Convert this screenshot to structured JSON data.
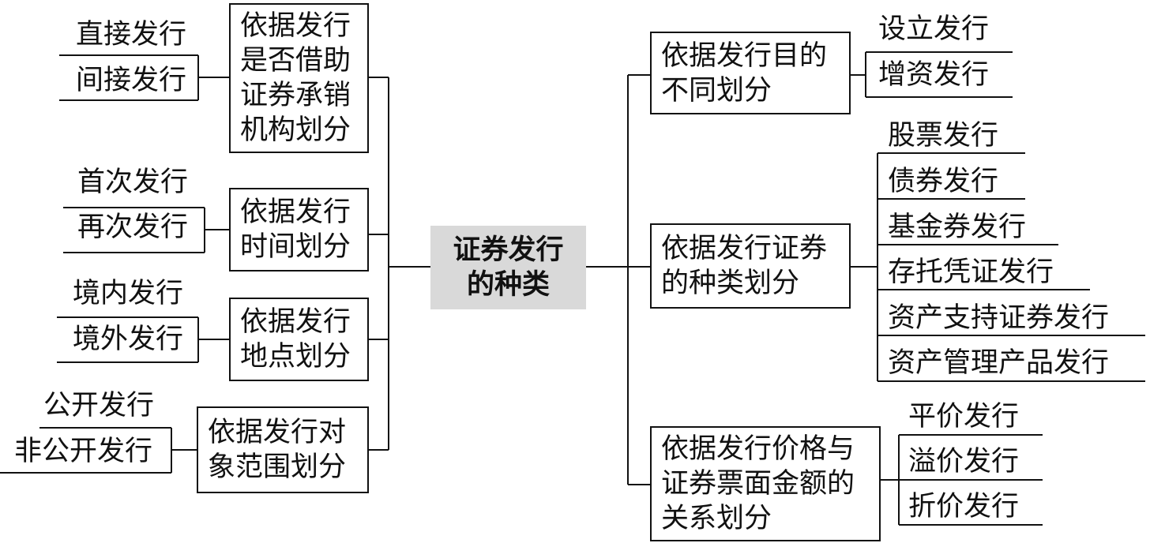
{
  "center": "证券发行\n的种类",
  "left": [
    {
      "criterion": "依据发行\n是否借助\n证券承销\n机构划分",
      "types": [
        "直接发行",
        "间接发行"
      ]
    },
    {
      "criterion": "依据发行\n时间划分",
      "types": [
        "首次发行",
        "再次发行"
      ]
    },
    {
      "criterion": "依据发行\n地点划分",
      "types": [
        "境内发行",
        "境外发行"
      ]
    },
    {
      "criterion": "依据发行对\n象范围划分",
      "types": [
        "公开发行",
        "非公开发行"
      ]
    }
  ],
  "right": [
    {
      "criterion": "依据发行目的\n不同划分",
      "types": [
        "设立发行",
        "增资发行"
      ]
    },
    {
      "criterion": "依据发行证券\n的种类划分",
      "types": [
        "股票发行",
        "债券发行",
        "基金券发行",
        "存托凭证发行",
        "资产支持证券发行",
        "资产管理产品发行"
      ]
    },
    {
      "criterion": "依据发行价格与\n证券票面金额的\n关系划分",
      "types": [
        "平价发行",
        "溢价发行",
        "折价发行"
      ]
    }
  ]
}
